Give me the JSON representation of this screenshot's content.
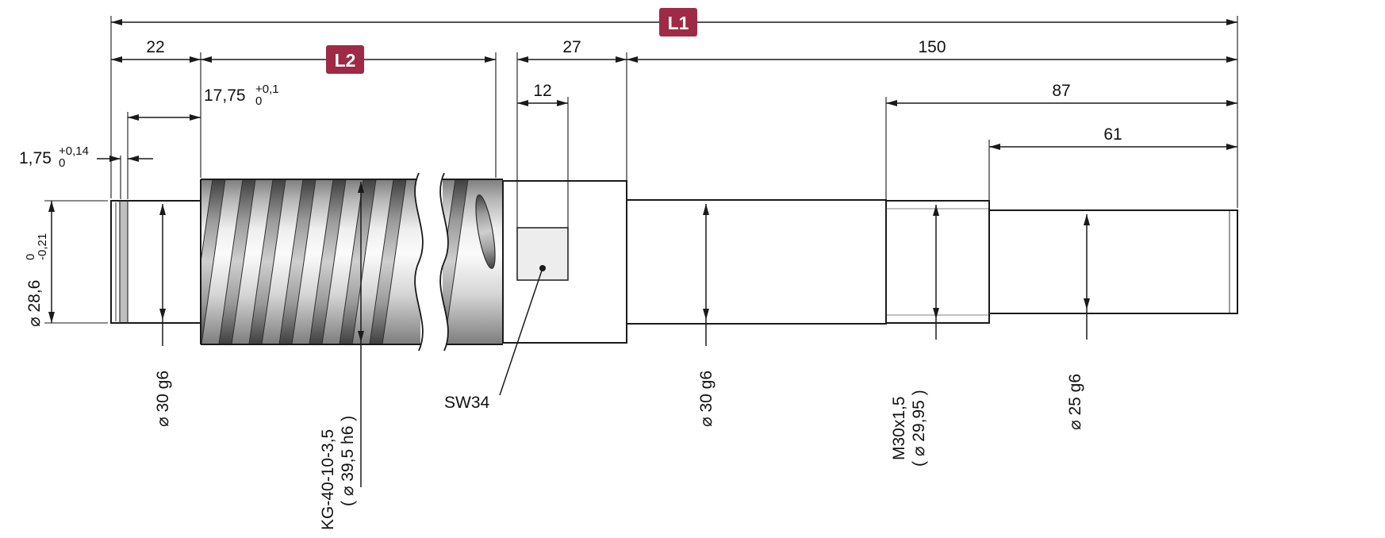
{
  "labels": {
    "l1": "L1",
    "l2": "L2",
    "len22": "22",
    "len27": "27",
    "len150": "150",
    "len12": "12",
    "len87": "87",
    "len61": "61",
    "len1775": "17,75",
    "len1775_tol_upper": "+0,1",
    "len1775_tol_lower": "0",
    "len175": "1,75",
    "len175_tol_upper": "+0,14",
    "len175_tol_lower": "0",
    "dia286": "⌀ 28,6",
    "dia286_tol_upper": "0",
    "dia286_tol_lower": "-0,21",
    "dia30_left": "⌀ 30 g6",
    "screw_spec_line1": "KG-40-10-3,5",
    "screw_spec_line2": "( ⌀ 39,5 h6 )",
    "wrench_flat": "SW34",
    "dia30_right": "⌀ 30 g6",
    "thread_spec_line1": "M30x1,5",
    "thread_spec_line2": "( ⌀ 29,95 )",
    "dia25": "⌀ 25 g6"
  },
  "colors": {
    "badge_background": "#9e2a45",
    "badge_text": "#ffffff",
    "line": "#1a1a1a"
  }
}
